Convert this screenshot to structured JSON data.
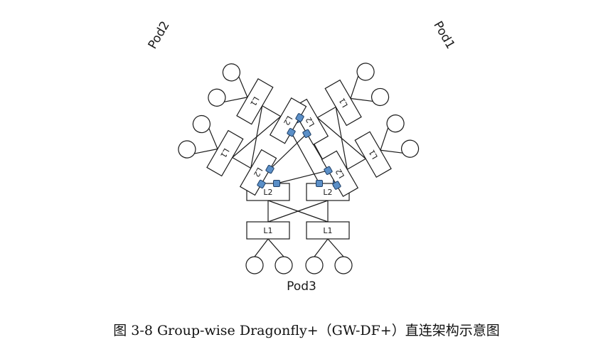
{
  "caption": "图 3-8 Group-wise Dragonfly+（GW-DF+）直连架构示意图",
  "pods": [
    {
      "name": "Pod3",
      "label": "Pod3",
      "leaf_label": "L1",
      "spine_label": "L2"
    },
    {
      "name": "Pod1",
      "label": "Pod1",
      "leaf_label": "L1",
      "spine_label": "L2"
    },
    {
      "name": "Pod2",
      "label": "Pod2",
      "leaf_label": "L1",
      "spine_label": "L2"
    }
  ],
  "colors": {
    "port": "#5b8fc7",
    "line": "#1a1a1a",
    "background": "#ffffff"
  }
}
